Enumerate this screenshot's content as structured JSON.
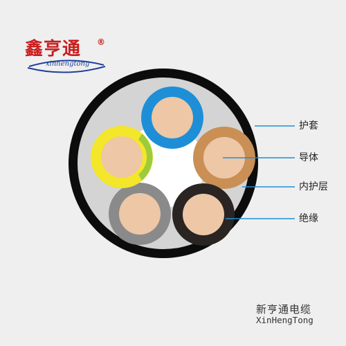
{
  "brand": {
    "name_cn": "鑫亨通",
    "name_latin": "xinhengtong",
    "registered_mark": "®",
    "primary_color": "#c81e1e",
    "secondary_color": "#1f3f9a"
  },
  "cable": {
    "sheath_color": "#0c0c0c",
    "inner_layer_color": "#d4d4d4",
    "filler_color": "#ffffff",
    "copper_color": "#edc7a6",
    "cores": [
      {
        "insulation": "blue",
        "color": "#1e8fd6"
      },
      {
        "insulation": "brown",
        "color": "#c98f55"
      },
      {
        "insulation": "black",
        "color": "#2a2522"
      },
      {
        "insulation": "grey",
        "color": "#8a8a8a"
      },
      {
        "insulation": "yellow-green",
        "color": "#f4e62a",
        "stripe_color": "#9ccc3a"
      }
    ]
  },
  "callouts": {
    "sheath": "护套",
    "conductor": "导体",
    "inner_layer": "内护层",
    "insulation": "绝缘"
  },
  "callout_line_color": "#1e8fd6",
  "footer": {
    "company_cn": "新亨通电缆",
    "company_en": "XinHengTong"
  }
}
